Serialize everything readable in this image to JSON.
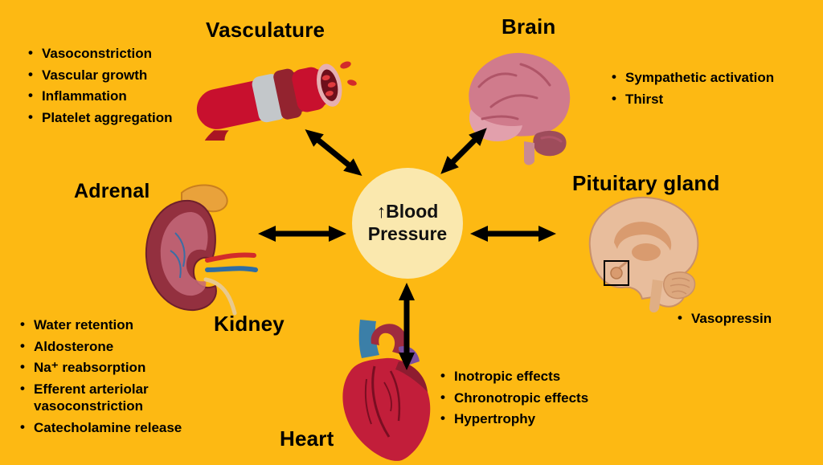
{
  "colors": {
    "background": "#FDB913",
    "center_circle": "#FAE8AE",
    "text": "#000000",
    "arrow": "#000000"
  },
  "diagram": {
    "arrow_type": "double-headed",
    "connections": [
      "vasculature",
      "brain",
      "pituitary-gland",
      "kidney-adrenal",
      "heart"
    ]
  },
  "center": {
    "line1": "↑Blood",
    "line2": "Pressure"
  },
  "organs": {
    "vasculature": {
      "title": "Vasculature",
      "effects": [
        "Vasoconstriction",
        "Vascular growth",
        "Inflammation",
        "Platelet aggregation"
      ]
    },
    "brain": {
      "title": "Brain",
      "effects": [
        "Sympathetic activation",
        "Thirst"
      ]
    },
    "pituitary": {
      "title": "Pituitary gland",
      "effects": [
        "Vasopressin"
      ]
    },
    "adrenal_kidney": {
      "adrenal_title": "Adrenal",
      "kidney_title": "Kidney",
      "effects": [
        "Water retention",
        "Aldosterone",
        "Na⁺ reabsorption",
        "Efferent arteriolar vasoconstriction",
        "Catecholamine release"
      ]
    },
    "heart": {
      "title": "Heart",
      "effects": [
        "Inotropic effects",
        "Chronotropic effects",
        "Hypertrophy"
      ]
    }
  }
}
